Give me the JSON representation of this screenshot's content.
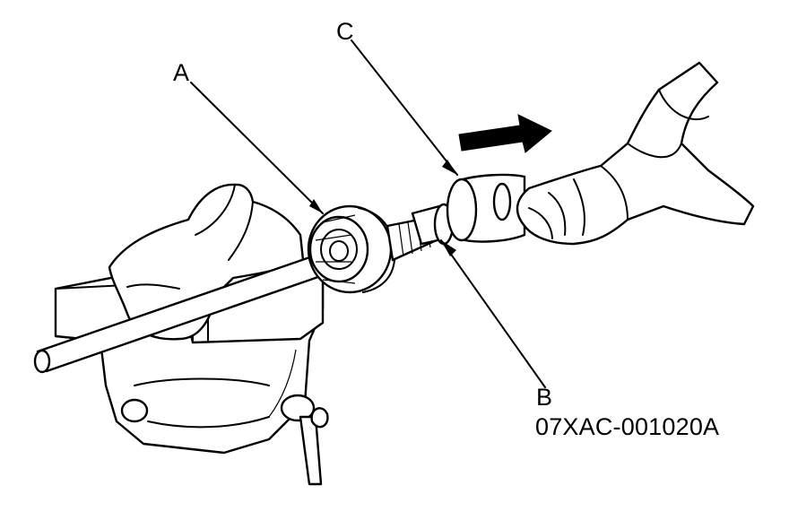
{
  "labels": {
    "a": "A",
    "b": "B",
    "c": "C"
  },
  "part_number": "07XAC-001020A",
  "icons": [
    "arrow-direction-icon"
  ]
}
